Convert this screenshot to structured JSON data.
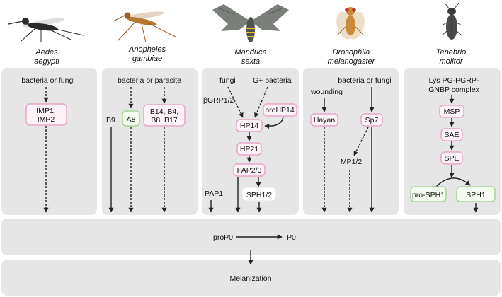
{
  "species": [
    {
      "genus": "Aedes",
      "epithet": "aegypti"
    },
    {
      "genus": "Anopheles",
      "epithet": "gambiae"
    },
    {
      "genus": "Manduca",
      "epithet": "sexta"
    },
    {
      "genus": "Drosophila",
      "epithet": "melanogaster"
    },
    {
      "genus": "Tenebrio",
      "epithet": "molitor"
    }
  ],
  "aedes": {
    "trigger": "bacteria or fungi",
    "box_l1": "IMP1,",
    "box_l2": "IMP2"
  },
  "anopheles": {
    "trigger": "bacteria or parasite",
    "b9": "B9",
    "a8": "A8",
    "box_l1": "B14, B4,",
    "box_l2": "B8, B17"
  },
  "manduca": {
    "fungi": "fungi",
    "gplus": "G+ bacteria",
    "bgrp": "βGRP1/2",
    "prohp14": "proHP14",
    "hp14": "HP14",
    "hp21": "HP21",
    "pap23": "PAP2/3",
    "pap1": "PAP1",
    "sph12": "SPH1/2"
  },
  "drosophila": {
    "trigger": "bacteria or fungi",
    "wounding": "wounding",
    "hayan": "Hayan",
    "sp7": "Sp7",
    "mp12": "MP1/2"
  },
  "tenebrio": {
    "complex_l1": "Lys PG-PGRP-",
    "complex_l2": "GNBP complex",
    "msp": "MSP",
    "sae": "SAE",
    "spe": "SPE",
    "prosph1": "pro-SPH1",
    "sph1": "SPH1"
  },
  "activation": {
    "propo": "proP0",
    "po": "P0"
  },
  "outcome": "Melanization",
  "colors": {
    "panel": "#e6e6e6",
    "pink_border": "#e8a6c8",
    "pink_fill": "#fdf2f7",
    "green_border": "#a6d49a",
    "green_fill": "#f4fbf1",
    "arrow": "#222222"
  }
}
